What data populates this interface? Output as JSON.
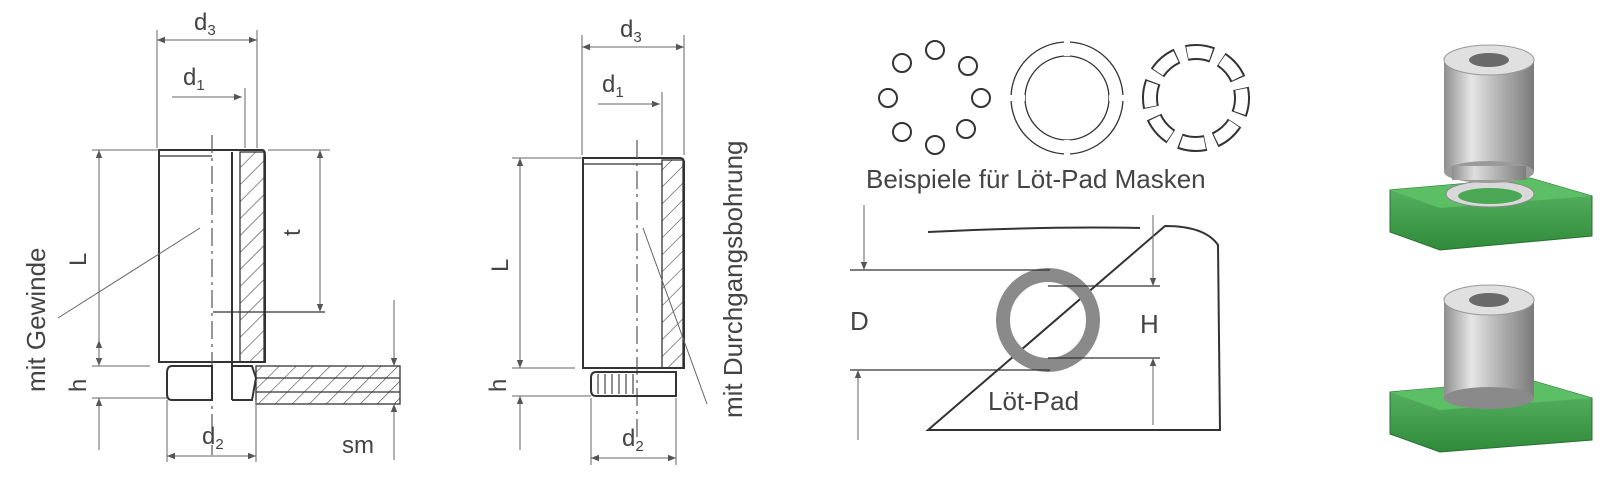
{
  "drawing_threaded": {
    "d3": "d",
    "d3_sub": "3",
    "d1": "d",
    "d1_sub": "1",
    "d2": "d",
    "d2_sub": "2",
    "L": "L",
    "t": "t",
    "h": "h",
    "sm": "sm",
    "note": "mit Gewinde"
  },
  "drawing_through": {
    "d3": "d",
    "d3_sub": "3",
    "d1": "d",
    "d1_sub": "1",
    "d2": "d",
    "d2_sub": "2",
    "L": "L",
    "h": "h",
    "note": "mit Durchgangsbohrung"
  },
  "pad": {
    "masks_caption": "Beispiele für Löt-Pad Masken",
    "D": "D",
    "H": "H",
    "pad_label": "Löt-Pad"
  },
  "colors": {
    "pcb_green": "#3e9a48",
    "pad_gray": "#8a8a8a",
    "metal": "#c8c8c8"
  }
}
